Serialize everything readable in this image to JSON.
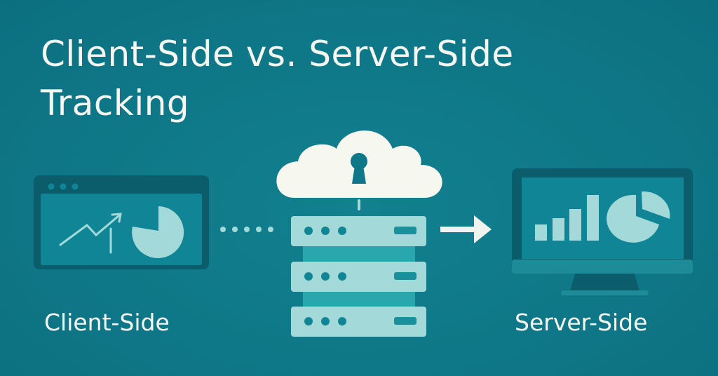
{
  "title": {
    "line1": "Client-Side vs. Server-Side",
    "line2": "Tracking"
  },
  "labels": {
    "client": "Client-Side",
    "server": "Server-Side"
  },
  "colors": {
    "background": "#0e7889",
    "light": "#a3dad9",
    "cloud": "#f6f7ef",
    "dark": "#0b5d6c",
    "text": "#f6f7f1"
  },
  "icons": [
    "browser-window-icon",
    "trend-arrow-icon",
    "pie-chart-icon",
    "dotted-connector",
    "cloud-lock-icon",
    "server-stack-icon",
    "arrow-right-icon",
    "monitor-icon",
    "bar-chart-icon"
  ]
}
